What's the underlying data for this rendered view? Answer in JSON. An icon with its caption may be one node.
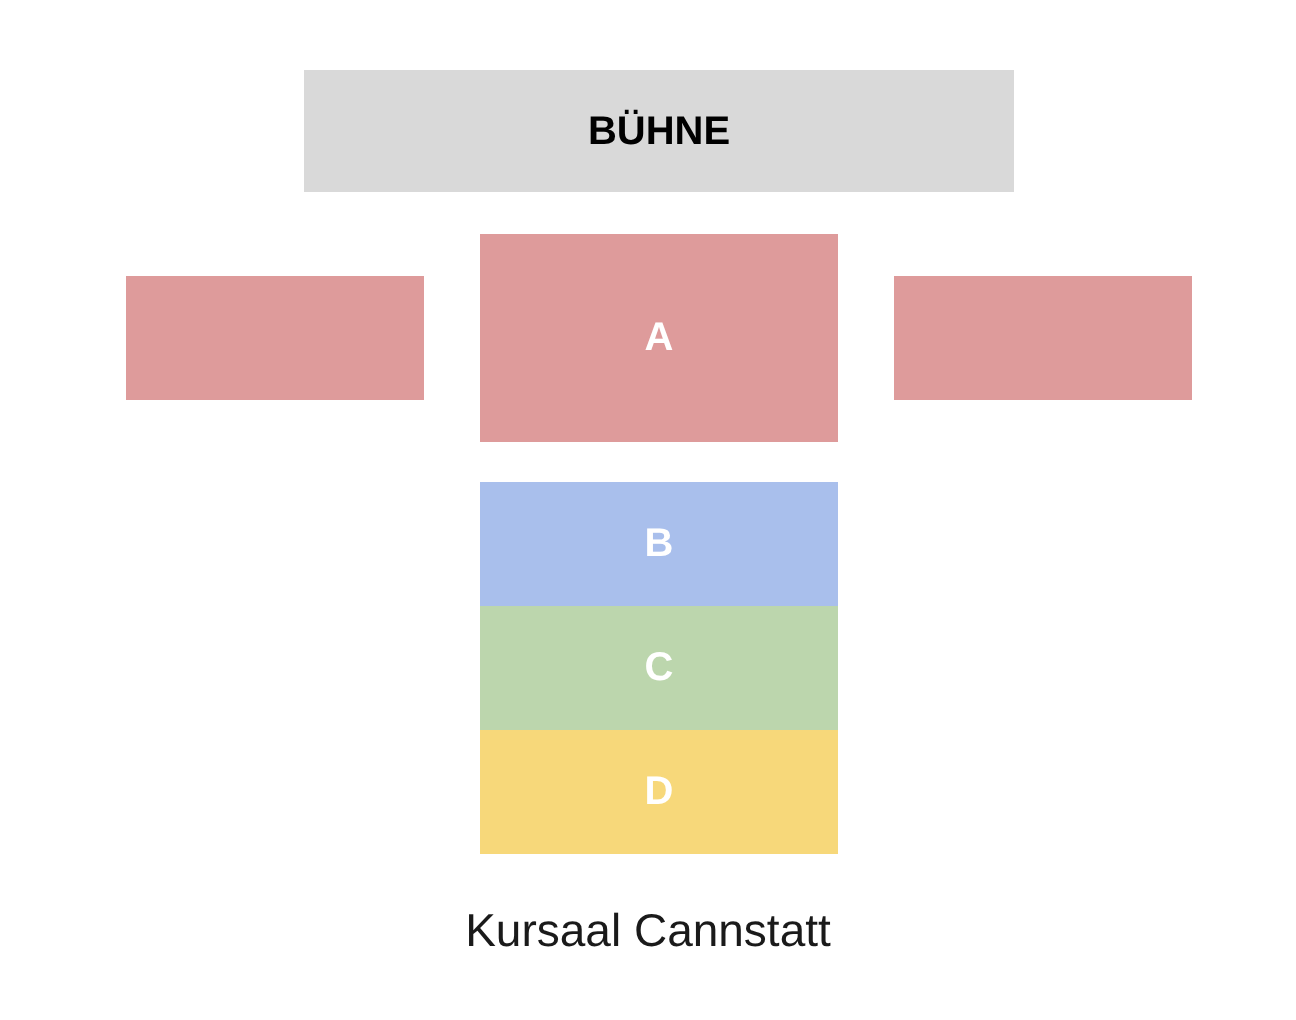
{
  "diagram": {
    "caption": "Kursaal Cannstatt",
    "nodes": [
      {
        "text": [
          "BÜHNE"
        ]
      },
      {
        "text": [],
        "shape": "box"
      },
      {
        "text": [
          "A"
        ]
      },
      {
        "text": [],
        "shape": "box"
      },
      {
        "text": [
          "B"
        ]
      },
      {
        "text": [
          "C"
        ]
      },
      {
        "text": [
          "D"
        ]
      }
    ]
  }
}
